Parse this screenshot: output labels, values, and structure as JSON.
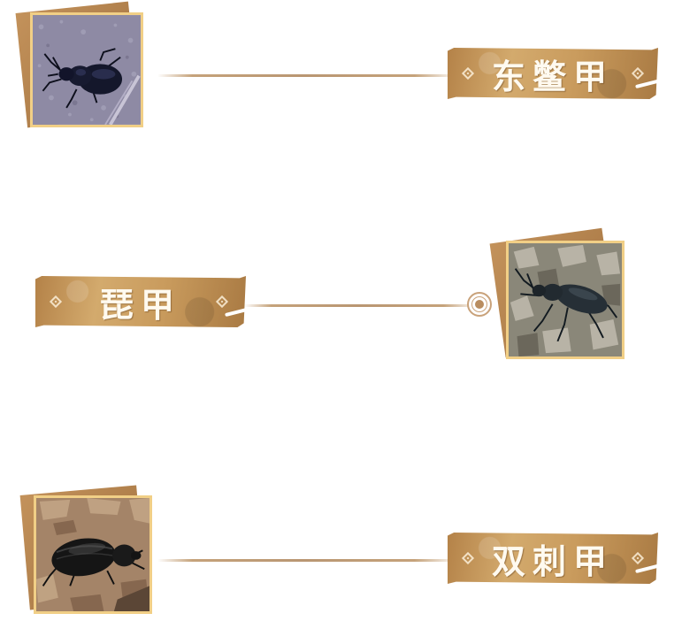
{
  "items": [
    {
      "name": "东鳖甲",
      "photo": "dark-beetle-on-gravel",
      "side": "photo-left"
    },
    {
      "name": "琵甲",
      "photo": "dark-beetle-on-rocks",
      "side": "photo-right"
    },
    {
      "name": "双刺甲",
      "photo": "dark-beetle-on-soil",
      "side": "photo-left"
    }
  ],
  "colors": {
    "banner": "#c99b5d",
    "banner_text": "#fffaf0",
    "frame": "#f1cf86",
    "card_back": "#b3834b",
    "line": "#c5a27a"
  }
}
